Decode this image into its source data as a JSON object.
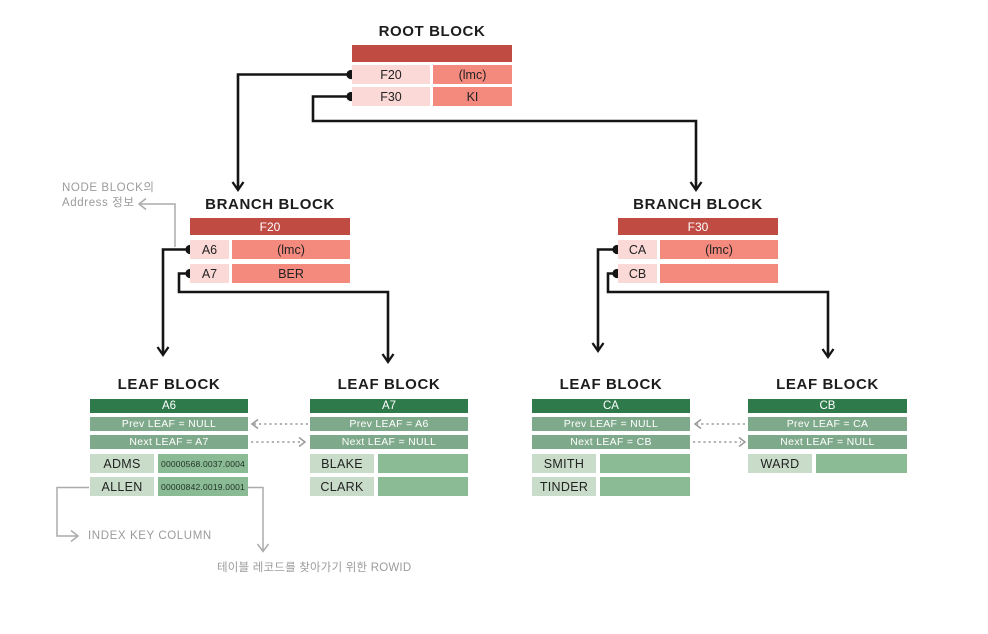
{
  "colors": {
    "red-dark": "#BF4B43",
    "red-salmon": "#F4897E",
    "pink-light": "#FBD9D6",
    "green-dark": "#2E7A4B",
    "green-mid": "#7FA98B",
    "green-cell": "#8ABB95",
    "green-light": "#C9DCC9",
    "ink": "#151515",
    "gray-note": "#9B9B9B",
    "gray-line": "#ABABAB"
  },
  "root": {
    "title": "ROOT BLOCK",
    "rows": [
      {
        "key": "F20",
        "value": "(lmc)"
      },
      {
        "key": "F30",
        "value": "KI"
      }
    ]
  },
  "branches": [
    {
      "title": "BRANCH BLOCK",
      "header": "F20",
      "rows": [
        {
          "key": "A6",
          "value": "(lmc)"
        },
        {
          "key": "A7",
          "value": "BER"
        }
      ]
    },
    {
      "title": "BRANCH BLOCK",
      "header": "F30",
      "rows": [
        {
          "key": "CA",
          "value": "(lmc)"
        },
        {
          "key": "CB",
          "value": ""
        }
      ]
    }
  ],
  "leaves": [
    {
      "title": "LEAF BLOCK",
      "header": "A6",
      "prev": "Prev LEAF = NULL",
      "next": "Next LEAF = A7",
      "rows": [
        {
          "key": "ADMS",
          "value": "00000568.0037.0004"
        },
        {
          "key": "ALLEN",
          "value": "00000842.0019.0001"
        }
      ]
    },
    {
      "title": "LEAF BLOCK",
      "header": "A7",
      "prev": "Prev LEAF = A6",
      "next": "Next LEAF = NULL",
      "rows": [
        {
          "key": "BLAKE",
          "value": ""
        },
        {
          "key": "CLARK",
          "value": ""
        }
      ]
    },
    {
      "title": "LEAF BLOCK",
      "header": "CA",
      "prev": "Prev LEAF = NULL",
      "next": "Next LEAF = CB",
      "rows": [
        {
          "key": "SMITH",
          "value": ""
        },
        {
          "key": "TINDER",
          "value": ""
        }
      ]
    },
    {
      "title": "LEAF BLOCK",
      "header": "CB",
      "prev": "Prev LEAF = CA",
      "next": "Next LEAF = NULL",
      "rows": [
        {
          "key": "WARD",
          "value": ""
        }
      ]
    }
  ],
  "annotations": {
    "node_block": {
      "line1": "NODE BLOCK의",
      "line2": "Address 정보"
    },
    "index_key": "INDEX KEY COLUMN",
    "rowid": "테이블 레코드를 찾아가기 위한 ROWID"
  }
}
